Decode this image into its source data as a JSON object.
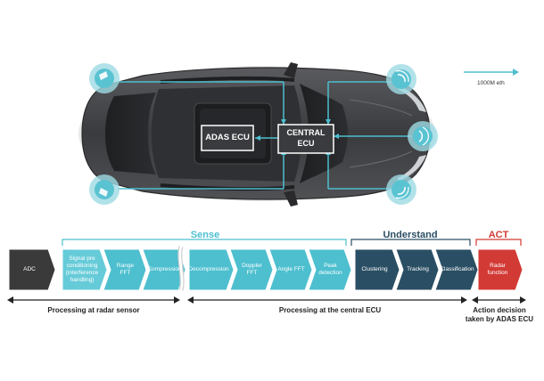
{
  "legend": {
    "label": "1000M eth",
    "color": "#3fb4c6"
  },
  "car": {
    "adas_ecu": "ADAS ECU",
    "central_ecu_line1": "CENTRAL",
    "central_ecu_line2": "ECU"
  },
  "pipeline": {
    "groups": {
      "sense": "Sense",
      "understand": "Understand",
      "act": "ACT"
    },
    "steps": [
      {
        "label": "ADC"
      },
      {
        "label": "Signal pre conditioning (interference handling)"
      },
      {
        "label": "Range FFT"
      },
      {
        "label": "Compression"
      },
      {
        "label": "Decompression"
      },
      {
        "label": "Doppler FFT"
      },
      {
        "label": "Angle FFT"
      },
      {
        "label": "Peak detection"
      },
      {
        "label": "Clustering"
      },
      {
        "label": "Tracking"
      },
      {
        "label": "Classification"
      },
      {
        "label": "Radar function"
      }
    ],
    "bottom": {
      "radar_sensor": "Processing at radar sensor",
      "central": "Processing at the central ECU",
      "adas": "Action decision taken by ADAS ECU"
    }
  },
  "colors": {
    "teal": "#4dbfcf",
    "teal_light": "#66cbd8",
    "navy": "#2a4e63",
    "red": "#d23a35",
    "dark_gray": "#3a3a3a",
    "car_body": "#3f4043"
  }
}
